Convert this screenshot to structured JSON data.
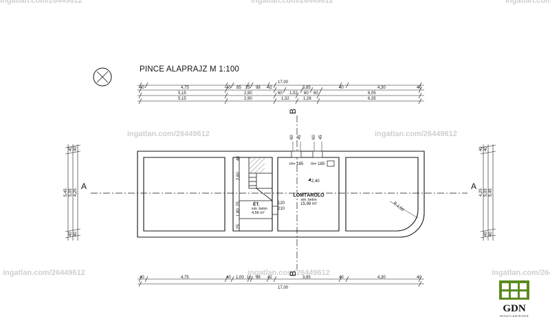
{
  "title": "PINCE ALAPRAJZ M 1:100",
  "watermark": "ingatlan.com/26449612",
  "logo": {
    "text": "GDN",
    "sub": "INGATLANIRODA",
    "color": "#5a8a1e"
  },
  "section_labels": {
    "a": "A",
    "b": "B"
  },
  "dims_top": {
    "row1": [
      "40",
      "4,75",
      "40",
      "85",
      "25",
      "98",
      "42",
      "3,85",
      "40",
      "4,30",
      "40"
    ],
    "row2": [
      "5,15",
      "2,90",
      "60",
      "1,02",
      "60",
      "60",
      "6,05"
    ],
    "row3": [
      "5,15",
      "2,90",
      "1,32",
      "1,28",
      "6,35"
    ],
    "overall": "17,00"
  },
  "dims_bottom": {
    "row1": [
      "40",
      "4,75",
      "40",
      "1,00",
      "10",
      "98",
      "42",
      "3,85",
      "40",
      "4,30",
      "40"
    ],
    "overall": "17,00"
  },
  "dims_left": [
    "40",
    "40",
    "5,45",
    "5,05",
    "4,25",
    "40",
    "40"
  ],
  "dims_right": [
    "40",
    "40",
    "4,25",
    "5,05",
    "5,45",
    "40",
    "40"
  ],
  "dims_inner": {
    "stair_top": "40",
    "stair_a": "2,60",
    "stair_b": "25",
    "stair_c": "1,80",
    "stair_d": "25",
    "vent_a": "60",
    "vent_b": "45",
    "vent_c": "60",
    "vent_d": "45",
    "m1": "m= 185",
    "m2": "m= 185",
    "level": "-2,40",
    "door1": "120",
    "door2": "210",
    "radius": "R 1,50"
  },
  "rooms": [
    {
      "name": "LOMTÁROLÓ",
      "floor": "sim. beton",
      "area": "15,98 m²"
    },
    {
      "name": "ÉT.",
      "floor": "sim. beton",
      "area": "4,56 m²"
    }
  ]
}
